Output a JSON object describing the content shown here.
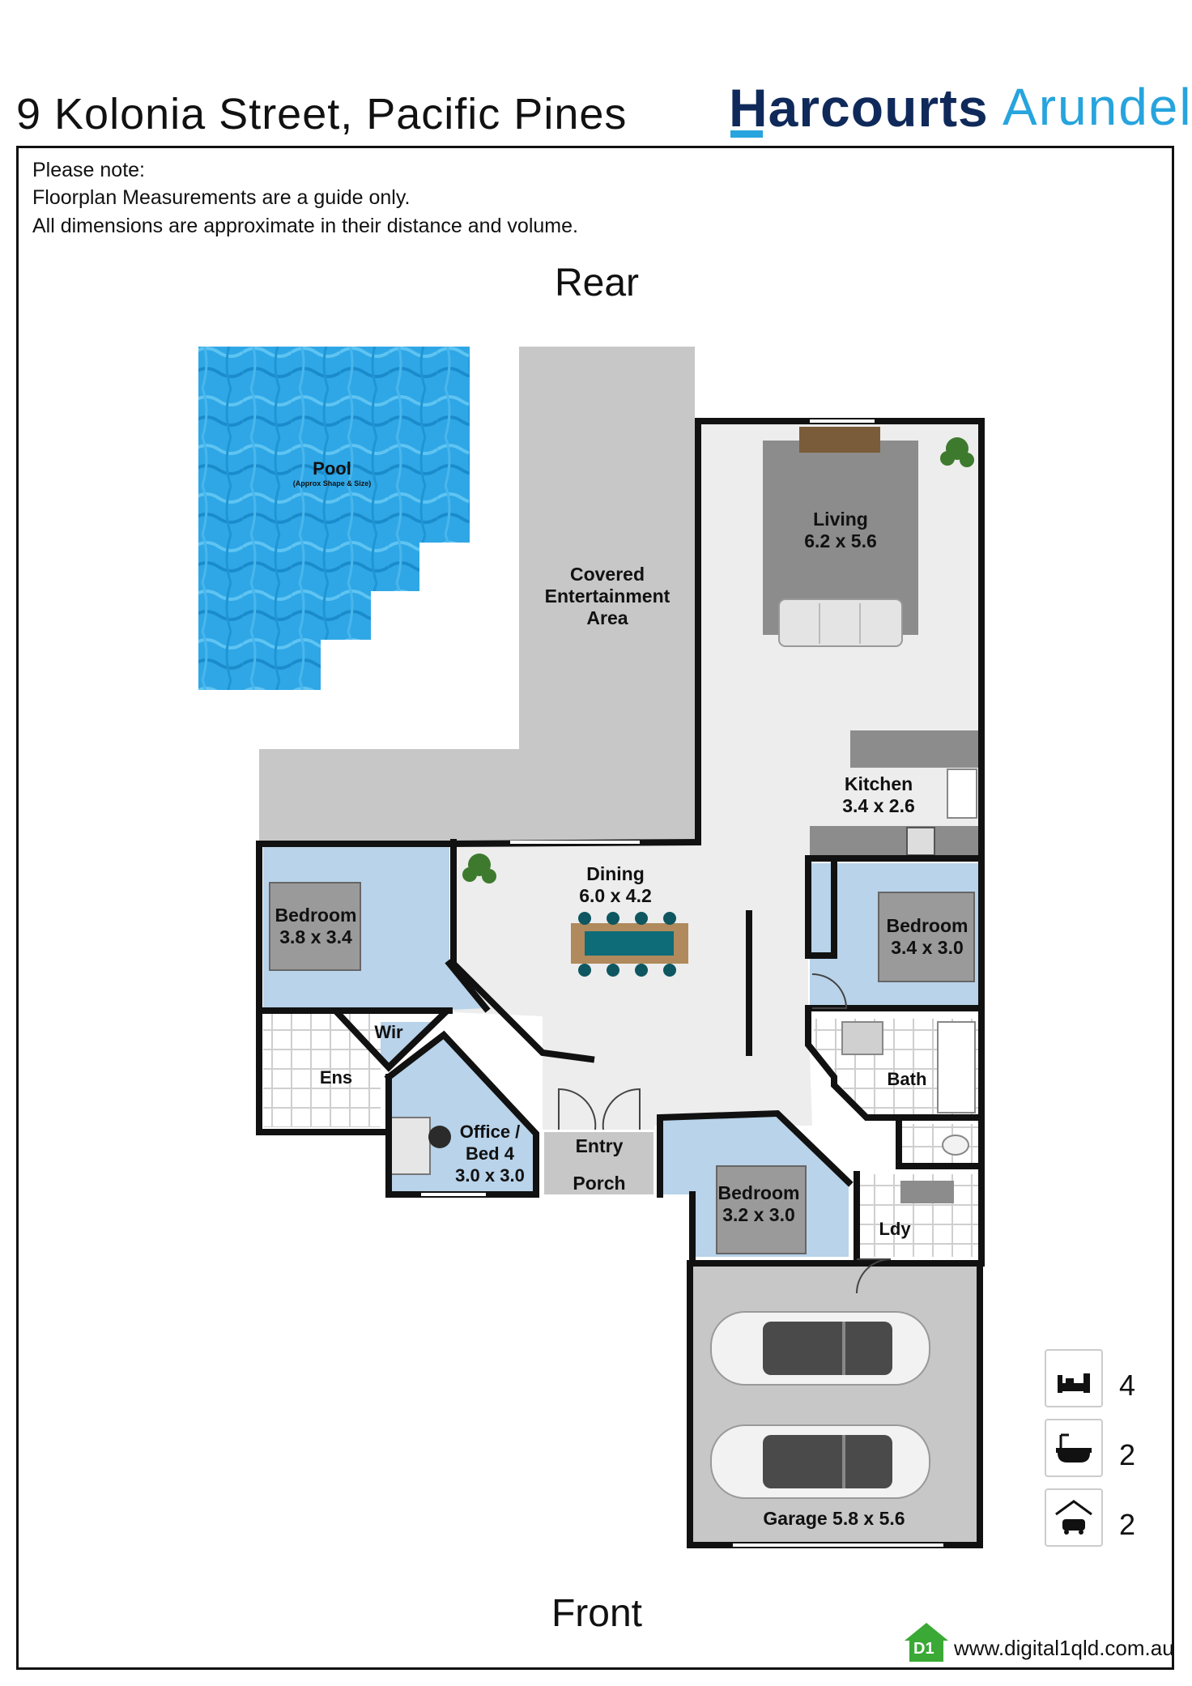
{
  "header": {
    "title": "9 Kolonia Street, Pacific Pines",
    "brand_primary": "Harcourts",
    "brand_secondary": "Arundel"
  },
  "notes": {
    "line1": "Please note:",
    "line2": "Floorplan Measurements are a guide only.",
    "line3": "All dimensions are approximate in their distance and volume."
  },
  "orientation": {
    "rear": "Rear",
    "front": "Front"
  },
  "rooms": {
    "pool": {
      "name": "Pool",
      "sub": "(Approx Shape & Size)"
    },
    "covered": {
      "line1": "Covered",
      "line2": "Entertainment",
      "line3": "Area"
    },
    "living": {
      "name": "Living",
      "dims": "6.2 x 5.6"
    },
    "kitchen": {
      "name": "Kitchen",
      "dims": "3.4 x 2.6"
    },
    "dining": {
      "name": "Dining",
      "dims": "6.0 x 4.2"
    },
    "bedroom_left": {
      "name": "Bedroom",
      "dims": "3.8 x 3.4"
    },
    "bedroom_right": {
      "name": "Bedroom",
      "dims": "3.4 x 3.0"
    },
    "bedroom_front": {
      "name": "Bedroom",
      "dims": "3.2 x 3.0"
    },
    "wir": {
      "name": "Wir"
    },
    "ens": {
      "name": "Ens"
    },
    "office": {
      "line1": "Office /",
      "line2": "Bed 4",
      "dims": "3.0 x 3.0"
    },
    "entry": {
      "line1": "Entry",
      "line2": "Porch"
    },
    "bath": {
      "name": "Bath"
    },
    "ldy": {
      "name": "Ldy"
    },
    "garage": {
      "label": "Garage 5.8 x 5.6"
    }
  },
  "stats": {
    "bedrooms": {
      "icon": "bed-icon",
      "value": "4"
    },
    "bathrooms": {
      "icon": "bathtub-icon",
      "value": "2"
    },
    "garage": {
      "icon": "garage-icon",
      "value": "2"
    }
  },
  "footer": {
    "logo_text": "D1",
    "url": "www.digital1qld.com.au"
  },
  "colors": {
    "wall": "#111111",
    "bedroom_fill": "#b8d3ea",
    "floor_fill": "#ededed",
    "outdoor_fill": "#c7c7c7",
    "living_rug": "#8c8c8c",
    "pool_fill": "#2fa7e6",
    "brand_navy": "#0f2a5a",
    "brand_blue": "#27a4dd"
  }
}
